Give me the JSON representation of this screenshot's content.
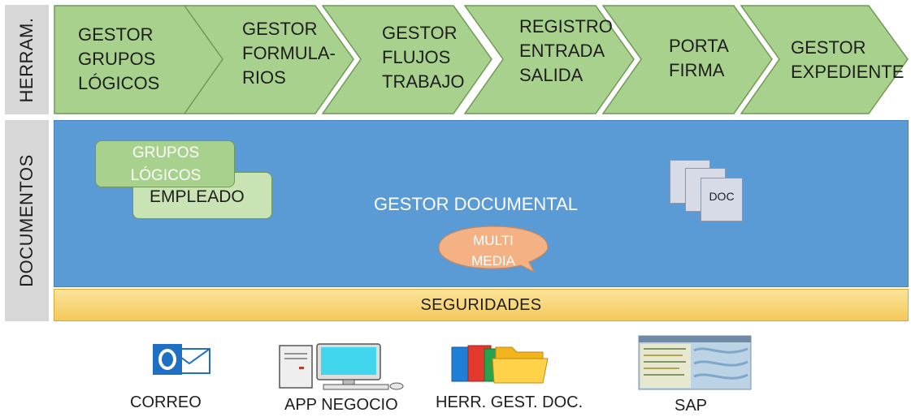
{
  "side_labels": {
    "tools": "HERRAM.",
    "documents": "DOCUMENTOS"
  },
  "tools": [
    {
      "label": "GESTOR\nGRUPOS\nLÓGICOS"
    },
    {
      "label": "GESTOR\nFORMULA-\nRIOS"
    },
    {
      "label": "GESTOR\nFLUJOS\nTRABAJO"
    },
    {
      "label": "REGISTRO\nENTRADA\nSALIDA"
    },
    {
      "label": "PORTA\nFIRMA"
    },
    {
      "label": "GESTOR\nEXPEDIENTE"
    }
  ],
  "documents": {
    "grupos_logicos": "GRUPOS\nLÓGICOS",
    "empleado": "EMPLEADO",
    "title": "GESTOR DOCUMENTAL",
    "multimedia": "MULTI\nMEDIA",
    "doc": "DOC"
  },
  "security": "SEGURIDADES",
  "apps": {
    "correo": "CORREO",
    "negocio": "APP NEGOCIO",
    "herr": "HERR. GEST. DOC.",
    "sap": "SAP"
  },
  "colors": {
    "chevron_fill": "#a9d18e",
    "chevron_stroke": "#6f9a55",
    "doc_area": "#5b9bd5",
    "security_bar": "#f9d77e",
    "multimedia": "#f4b183"
  }
}
